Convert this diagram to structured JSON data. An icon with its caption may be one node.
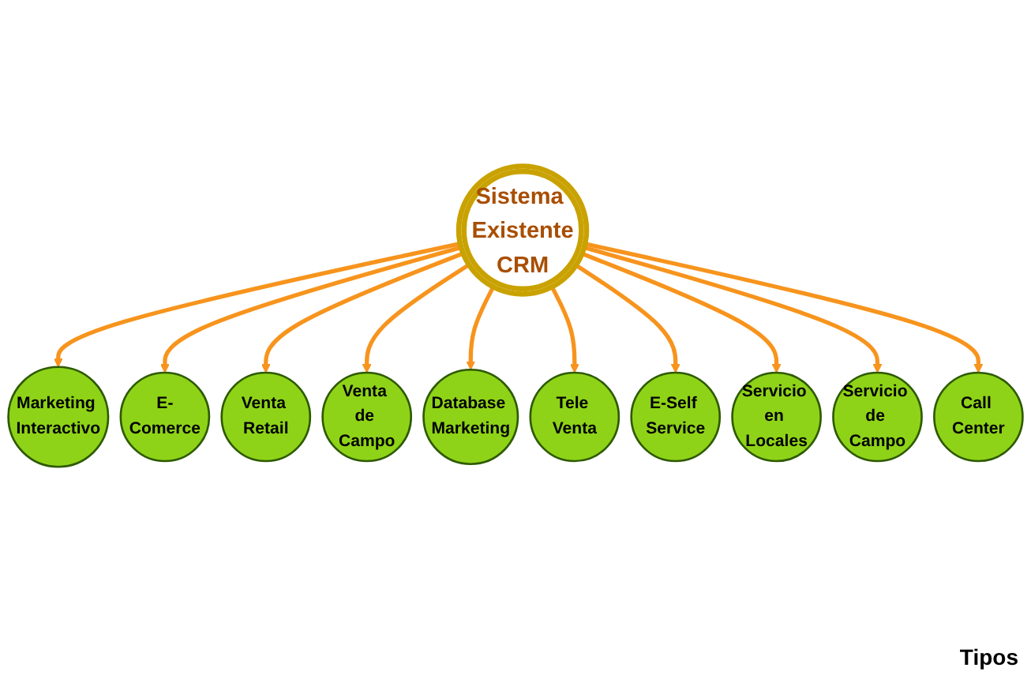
{
  "diagram": {
    "nodes": [
      {
        "text": [
          "Marketing Interactivo"
        ]
      },
      {
        "text": [
          "E-Comerce"
        ]
      },
      {
        "text": [
          "Venta Retail"
        ]
      },
      {
        "text": [
          "Venta de Campo"
        ]
      },
      {
        "text": [
          "Database Marketing"
        ]
      },
      {
        "text": [
          "Sistema Existente",
          "CRM"
        ]
      },
      {
        "text": [
          "Tele Venta"
        ]
      },
      {
        "text": [
          "E-Self Service"
        ]
      },
      {
        "text": [
          "Servicio en Locales"
        ]
      },
      {
        "text": [
          "Servicio de Campo"
        ]
      },
      {
        "text": [
          "Call Center"
        ]
      }
    ],
    "edges": [
      {
        "from": 5,
        "to": 0,
        "arrow": "to"
      },
      {
        "from": 5,
        "to": 1,
        "arrow": "to"
      },
      {
        "from": 5,
        "to": 2,
        "arrow": "to"
      },
      {
        "from": 5,
        "to": 3,
        "arrow": "to"
      },
      {
        "from": 5,
        "to": 4,
        "arrow": "to"
      },
      {
        "from": 5,
        "to": 6,
        "arrow": "to"
      },
      {
        "from": 5,
        "to": 7,
        "arrow": "to"
      },
      {
        "from": 5,
        "to": 8,
        "arrow": "to"
      },
      {
        "from": 5,
        "to": 9,
        "arrow": "to"
      },
      {
        "from": 5,
        "to": 10,
        "arrow": "to"
      }
    ],
    "labels": [
      "Tipos"
    ]
  }
}
